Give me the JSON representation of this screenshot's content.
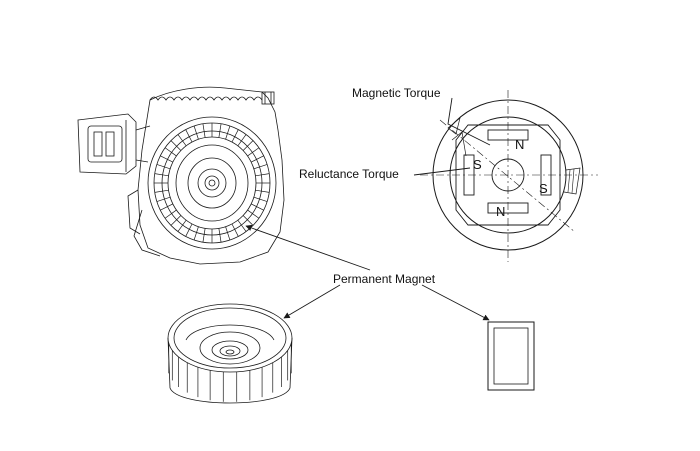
{
  "labels": {
    "magnetic_torque": "Magnetic Torque",
    "reluctance_torque": "Reluctance Torque",
    "permanent_magnet": "Permanent Magnet"
  },
  "rotor_poles": {
    "top": "N",
    "bottom": "N",
    "left": "S",
    "right": "S"
  },
  "colors": {
    "line": "#1a1a1a",
    "background": "#ffffff"
  }
}
